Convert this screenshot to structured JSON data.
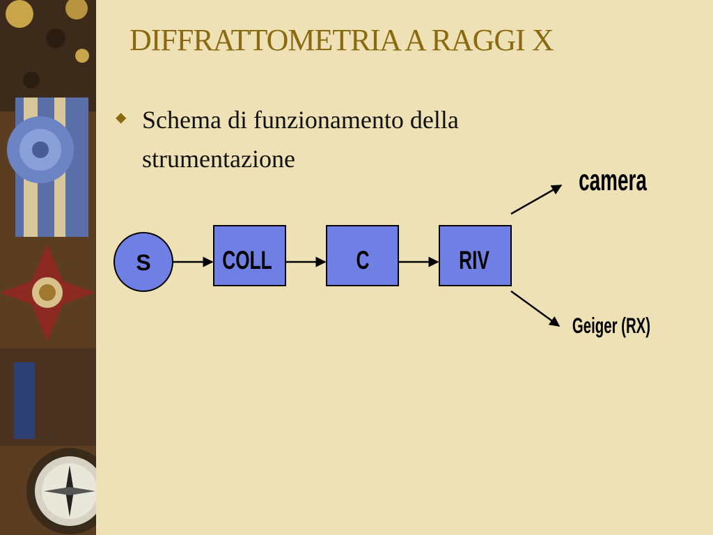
{
  "slide": {
    "title": "DIFFRATTOMETRIA A RAGGI X",
    "bullet_icon": "diamond-bullet-icon",
    "bullet_text": "Schema di funzionamento della strumentazione"
  },
  "diagram": {
    "source_label": "S",
    "boxes": [
      "COLL",
      "C",
      "RIV"
    ],
    "outputs": [
      "camera",
      "Geiger (RX)"
    ]
  },
  "colors": {
    "background": "#ede1b5",
    "title": "#8a6a10",
    "box_fill": "#6f7fe3",
    "line": "#000000"
  }
}
